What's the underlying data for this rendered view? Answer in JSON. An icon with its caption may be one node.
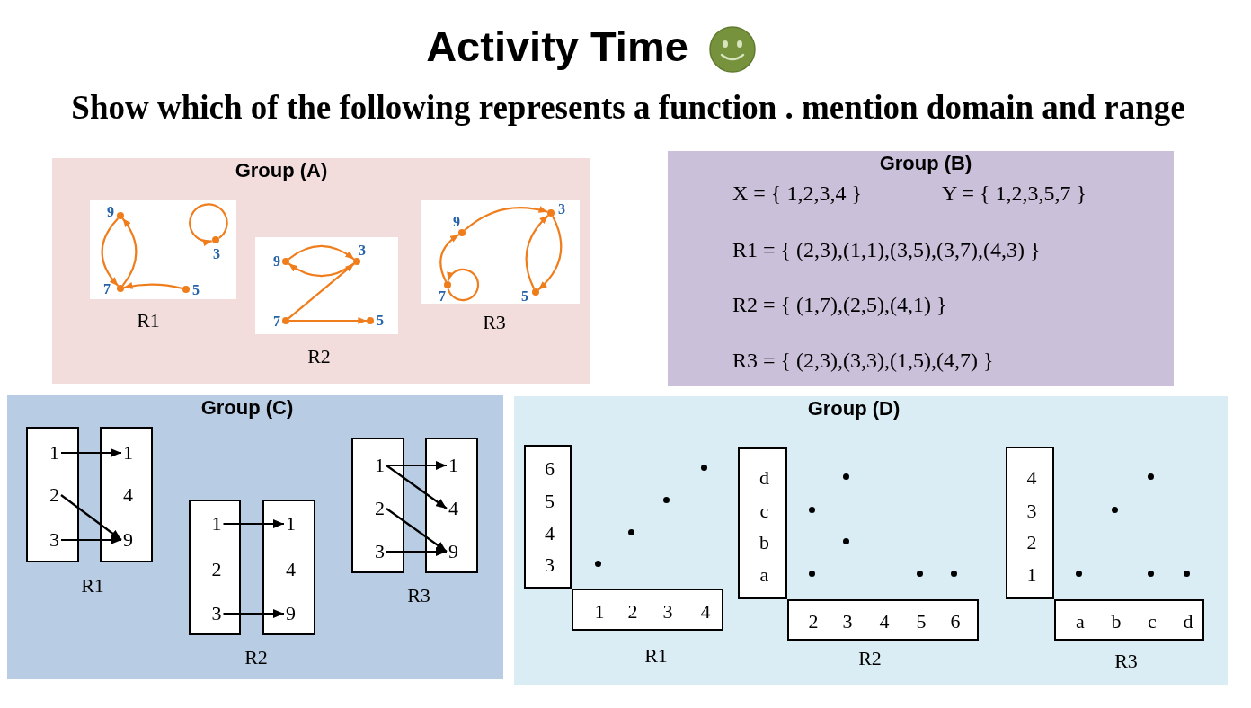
{
  "diagram": {
    "title": "Activity Time",
    "nodes": [
      {
        "text": [
          "Group (A)"
        ]
      },
      {
        "text": [],
        "shape": "box",
        "beside": [
          "R1"
        ],
        "in": 0
      },
      {
        "text": [],
        "shape": "dot",
        "beside": [
          "9"
        ],
        "in": 1
      },
      {
        "text": [],
        "shape": "dot",
        "beside": [
          "7"
        ],
        "in": 1
      },
      {
        "text": [],
        "shape": "dot",
        "beside": [
          "5"
        ],
        "in": 1
      },
      {
        "text": [],
        "shape": "dot",
        "beside": [
          "3"
        ],
        "in": 1
      },
      {
        "text": [],
        "shape": "box",
        "beside": [
          "R2"
        ],
        "in": 0
      },
      {
        "text": [],
        "shape": "dot",
        "beside": [
          "9"
        ],
        "in": 6
      },
      {
        "text": [],
        "shape": "dot",
        "beside": [
          "3"
        ],
        "in": 6
      },
      {
        "text": [],
        "shape": "dot",
        "beside": [
          "7"
        ],
        "in": 6
      },
      {
        "text": [],
        "shape": "dot",
        "beside": [
          "5"
        ],
        "in": 6
      },
      {
        "text": [],
        "shape": "box",
        "beside": [
          "R3"
        ],
        "in": 0
      },
      {
        "text": [],
        "shape": "dot",
        "beside": [
          "9"
        ],
        "in": 11
      },
      {
        "text": [],
        "shape": "dot",
        "beside": [
          "3"
        ],
        "in": 11
      },
      {
        "text": [],
        "shape": "dot",
        "beside": [
          "7"
        ],
        "in": 11
      },
      {
        "text": [],
        "shape": "dot",
        "beside": [
          "5"
        ],
        "in": 11
      },
      {
        "text": [
          "Group (B)",
          "X = { 1,2,3,4 }",
          "Y = { 1,2,3,5,7 }",
          "R1 = { (2,3),(1,1),(3,5),(3,7),(4,3) }",
          "R2 = { (1,7),(2,5),(4,1) }",
          "R3 = { (2,3),(3,3),(1,5),(4,7) }"
        ]
      },
      {
        "text": [
          "Group (C)"
        ]
      },
      {
        "text": [],
        "shape": "box",
        "in": 17
      },
      {
        "text": [
          "1"
        ],
        "in": 18
      },
      {
        "text": [
          "2"
        ],
        "in": 18
      },
      {
        "text": [
          "3"
        ],
        "in": 18
      },
      {
        "text": [],
        "shape": "box",
        "in": 17
      },
      {
        "text": [
          "1"
        ],
        "in": 22
      },
      {
        "text": [
          "4"
        ],
        "in": 22
      },
      {
        "text": [
          "9"
        ],
        "in": 22
      },
      {
        "text": [],
        "shape": "box",
        "in": 17
      },
      {
        "text": [
          "1"
        ],
        "in": 26
      },
      {
        "text": [
          "2"
        ],
        "in": 26
      },
      {
        "text": [
          "3"
        ],
        "in": 26
      },
      {
        "text": [],
        "shape": "box",
        "in": 17
      },
      {
        "text": [
          "1"
        ],
        "in": 30
      },
      {
        "text": [
          "4"
        ],
        "in": 30
      },
      {
        "text": [
          "9"
        ],
        "in": 30
      },
      {
        "text": [],
        "shape": "box",
        "in": 17
      },
      {
        "text": [
          "1"
        ],
        "in": 34
      },
      {
        "text": [
          "2"
        ],
        "in": 34
      },
      {
        "text": [
          "3"
        ],
        "in": 34
      },
      {
        "text": [],
        "shape": "box",
        "in": 17
      },
      {
        "text": [
          "1"
        ],
        "in": 38
      },
      {
        "text": [
          "4"
        ],
        "in": 38
      },
      {
        "text": [
          "9"
        ],
        "in": 38
      },
      {
        "text": [
          "Group (D)"
        ]
      },
      {
        "text": [
          "6",
          "5",
          "4",
          "3"
        ],
        "in": 42
      },
      {
        "text": [
          "1",
          "2",
          "3",
          "4"
        ],
        "beside": [
          "R1"
        ],
        "in": 42
      },
      {
        "text": [],
        "shape": "dot",
        "in": 42
      },
      {
        "text": [],
        "shape": "dot",
        "in": 42
      },
      {
        "text": [],
        "shape": "dot",
        "in": 42
      },
      {
        "text": [],
        "shape": "dot",
        "in": 42
      },
      {
        "text": [
          "d",
          "c",
          "b",
          "a"
        ],
        "in": 42
      },
      {
        "text": [
          "2",
          "3",
          "4",
          "5",
          "6"
        ],
        "beside": [
          "R2"
        ],
        "in": 42
      },
      {
        "text": [],
        "shape": "dot",
        "in": 42
      },
      {
        "text": [],
        "shape": "dot",
        "in": 42
      },
      {
        "text": [],
        "shape": "dot",
        "in": 42
      },
      {
        "text": [],
        "shape": "dot",
        "in": 42
      },
      {
        "text": [],
        "shape": "dot",
        "in": 42
      },
      {
        "text": [],
        "shape": "dot",
        "in": 42
      },
      {
        "text": [
          "4",
          "3",
          "2",
          "1"
        ],
        "in": 42
      },
      {
        "text": [
          "a",
          "b",
          "c",
          "d"
        ],
        "beside": [
          "R3"
        ],
        "in": 42
      },
      {
        "text": [],
        "shape": "dot",
        "in": 42
      },
      {
        "text": [],
        "shape": "dot",
        "in": 42
      },
      {
        "text": [],
        "shape": "dot",
        "in": 42
      },
      {
        "text": [],
        "shape": "dot",
        "in": 42
      },
      {
        "text": [],
        "shape": "dot",
        "in": 42
      }
    ],
    "edges": [
      {
        "from": 2,
        "to": 3,
        "arrow": "to"
      },
      {
        "from": 3,
        "to": 2,
        "arrow": "to"
      },
      {
        "from": 4,
        "to": 3,
        "arrow": "to"
      },
      {
        "from": 5,
        "to": 5,
        "arrow": "to"
      },
      {
        "from": 7,
        "to": 8,
        "arrow": "to"
      },
      {
        "from": 8,
        "to": 7,
        "arrow": "to"
      },
      {
        "from": 9,
        "to": 8,
        "arrow": "to"
      },
      {
        "from": 9,
        "to": 10,
        "arrow": "to"
      },
      {
        "from": 14,
        "to": 12,
        "arrow": "to"
      },
      {
        "from": 12,
        "to": 13,
        "arrow": "to"
      },
      {
        "from": 13,
        "to": 15,
        "arrow": "to"
      },
      {
        "from": 15,
        "to": 13,
        "arrow": "to"
      },
      {
        "from": 14,
        "to": 14,
        "arrow": "to"
      },
      {
        "from": 19,
        "to": 23,
        "arrow": "to",
        "color": "#000000"
      },
      {
        "from": 20,
        "to": 25,
        "arrow": "to",
        "color": "#000000"
      },
      {
        "from": 21,
        "to": 25,
        "arrow": "to",
        "color": "#000000"
      },
      {
        "from": 27,
        "to": 31,
        "arrow": "to",
        "color": "#000000"
      },
      {
        "from": 29,
        "to": 33,
        "arrow": "to",
        "color": "#000000"
      },
      {
        "from": 35,
        "to": 39,
        "arrow": "to",
        "color": "#000000"
      },
      {
        "from": 35,
        "to": 40,
        "arrow": "to",
        "color": "#000000"
      },
      {
        "from": 36,
        "to": 41,
        "arrow": "to",
        "color": "#000000"
      },
      {
        "from": 37,
        "to": 41,
        "arrow": "to",
        "color": "#000000"
      }
    ],
    "labels": [
      "Show which of the following represents a function . mention domain and range",
      "R1",
      "R2",
      "R3"
    ]
  }
}
